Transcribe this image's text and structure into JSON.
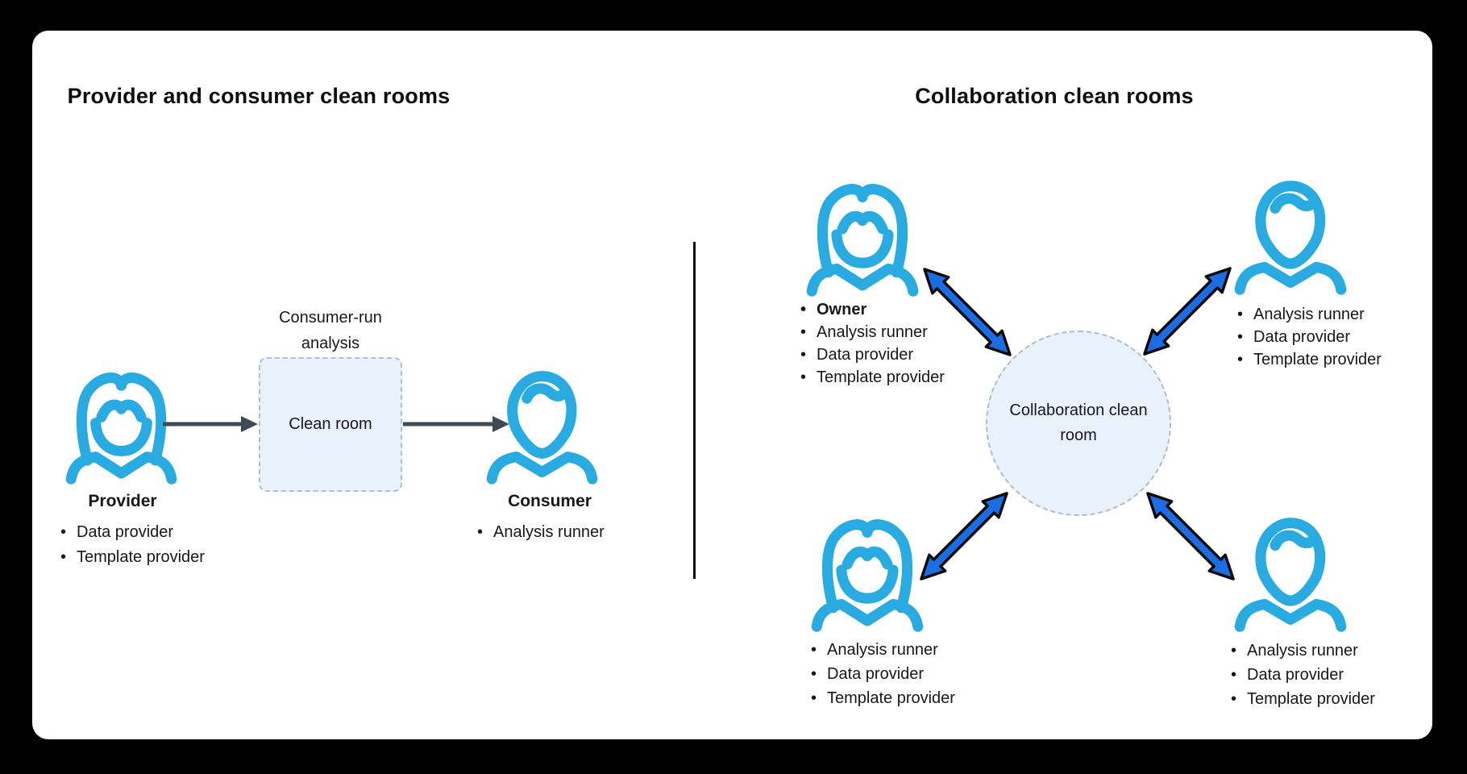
{
  "left_panel": {
    "title": "Provider and consumer clean rooms",
    "clean_room_caption": "Consumer-run analysis",
    "clean_room_label": "Clean room",
    "provider": {
      "name": "Provider",
      "icon": "woman-user-icon",
      "roles": [
        "Data provider",
        "Template provider"
      ]
    },
    "consumer": {
      "name": "Consumer",
      "icon": "man-user-icon",
      "roles": [
        "Analysis runner"
      ]
    }
  },
  "right_panel": {
    "title": "Collaboration clean rooms",
    "circle_label": "Collaboration clean room",
    "participants": [
      {
        "position": "top-left",
        "icon": "woman-user-icon",
        "is_owner": true,
        "roles": [
          "Owner",
          "Analysis runner",
          "Data provider",
          "Template provider"
        ]
      },
      {
        "position": "top-right",
        "icon": "man-user-icon",
        "is_owner": false,
        "roles": [
          "Analysis runner",
          "Data provider",
          "Template provider"
        ]
      },
      {
        "position": "bottom-left",
        "icon": "woman-user-icon",
        "is_owner": false,
        "roles": [
          "Analysis runner",
          "Data provider",
          "Template provider"
        ]
      },
      {
        "position": "bottom-right",
        "icon": "man-user-icon",
        "is_owner": false,
        "roles": [
          "Analysis runner",
          "Data provider",
          "Template provider"
        ]
      }
    ]
  },
  "colors": {
    "background": "#000000",
    "card": "#FFFFFF",
    "person_icon": "#29ABE2",
    "flow_arrow": "#3E4A54",
    "collab_arrow_fill": "#1C6DE3",
    "collab_arrow_outline": "#0A0A0A",
    "room_fill": "#E9F1FB",
    "box_border": "#B4C0D0",
    "circle_border": "#AFBCCF",
    "text": "#16181D"
  }
}
